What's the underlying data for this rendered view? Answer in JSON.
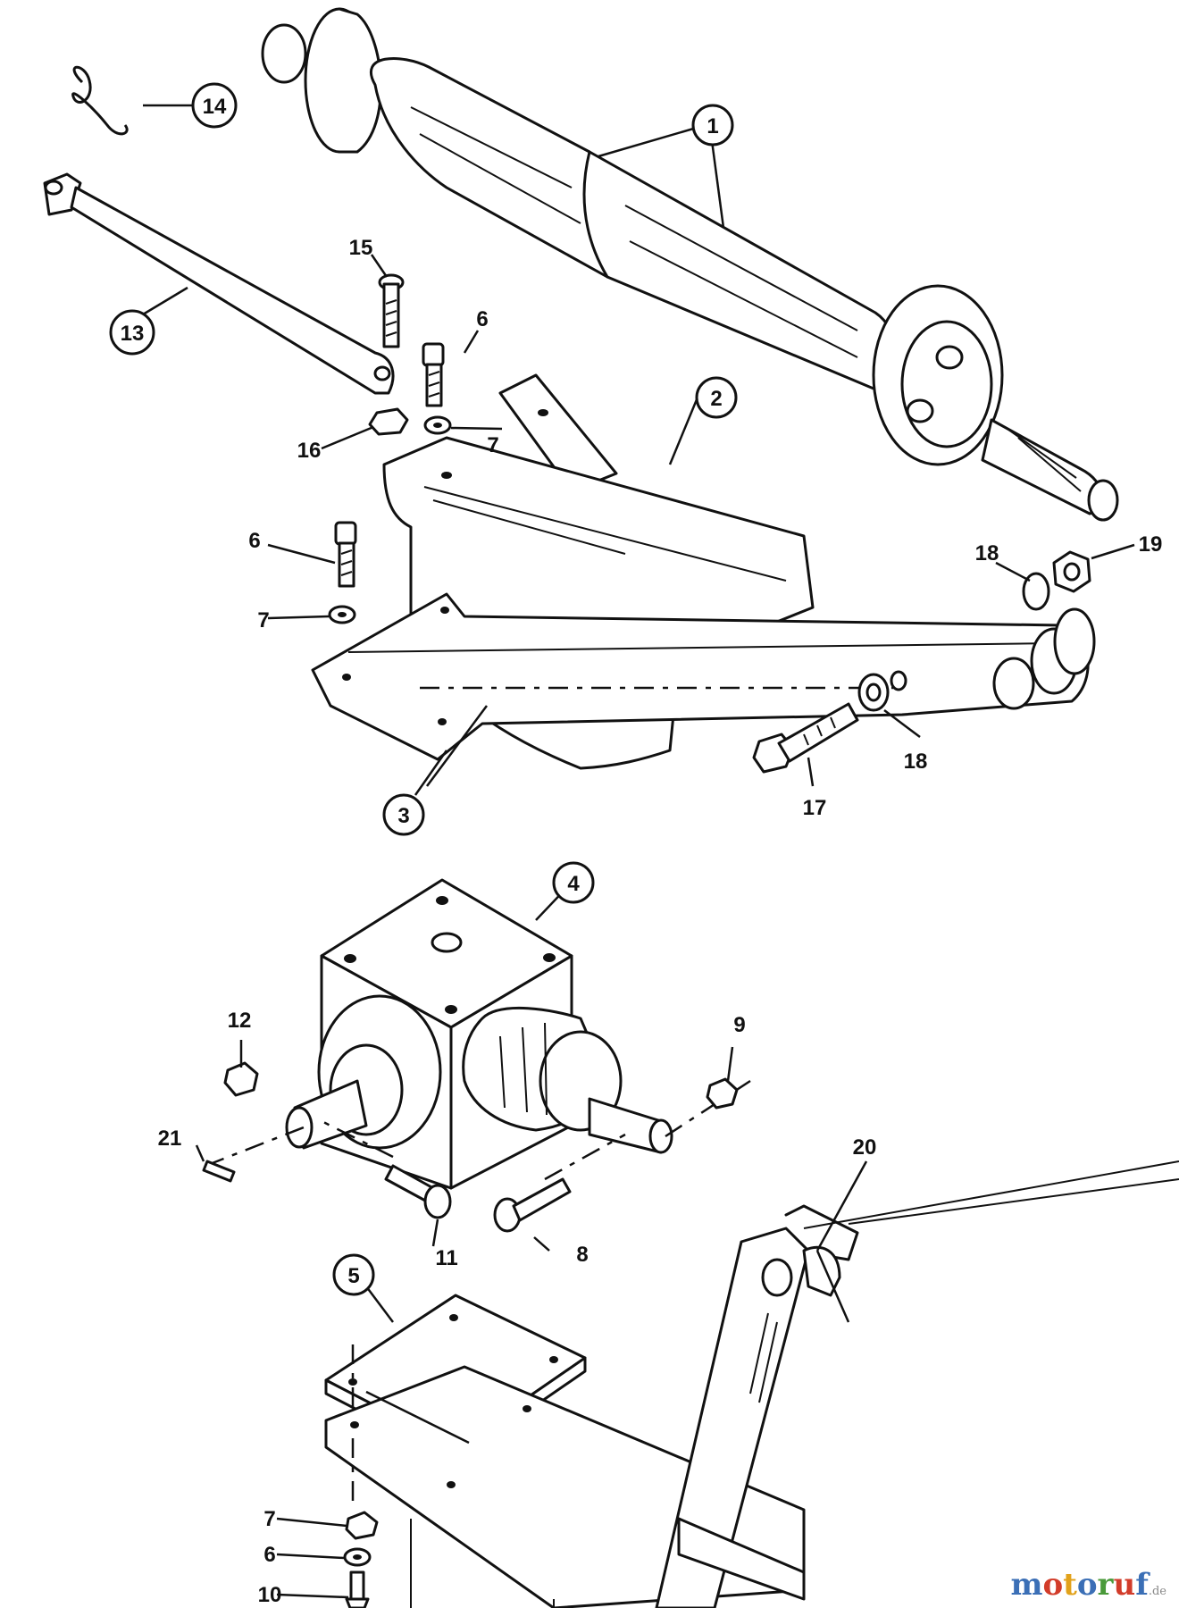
{
  "callouts": [
    {
      "id": "c1",
      "text": "1"
    },
    {
      "id": "c2",
      "text": "2"
    },
    {
      "id": "c3",
      "text": "3"
    },
    {
      "id": "c4",
      "text": "4"
    },
    {
      "id": "c5",
      "text": "5"
    },
    {
      "id": "c6a",
      "text": "6"
    },
    {
      "id": "c6b",
      "text": "6"
    },
    {
      "id": "c6c",
      "text": "6"
    },
    {
      "id": "c7a",
      "text": "7"
    },
    {
      "id": "c7b",
      "text": "7"
    },
    {
      "id": "c7c",
      "text": "7"
    },
    {
      "id": "c8",
      "text": "8"
    },
    {
      "id": "c9",
      "text": "9"
    },
    {
      "id": "c10",
      "text": "10"
    },
    {
      "id": "c11",
      "text": "11"
    },
    {
      "id": "c12",
      "text": "12"
    },
    {
      "id": "c13",
      "text": "13"
    },
    {
      "id": "c14",
      "text": "14"
    },
    {
      "id": "c15",
      "text": "15"
    },
    {
      "id": "c16",
      "text": "16"
    },
    {
      "id": "c17",
      "text": "17"
    },
    {
      "id": "c18a",
      "text": "18"
    },
    {
      "id": "c18b",
      "text": "18"
    },
    {
      "id": "c19",
      "text": "19"
    },
    {
      "id": "c20",
      "text": "20"
    },
    {
      "id": "c21",
      "text": "21"
    }
  ],
  "watermark": {
    "colored": "motoruf",
    "suffix": ".de",
    "colors": [
      "#3b6fb6",
      "#d23c2a",
      "#e2a21b",
      "#3b6fb6",
      "#4a9a3a",
      "#d23c2a",
      "#3b6fb6"
    ]
  }
}
